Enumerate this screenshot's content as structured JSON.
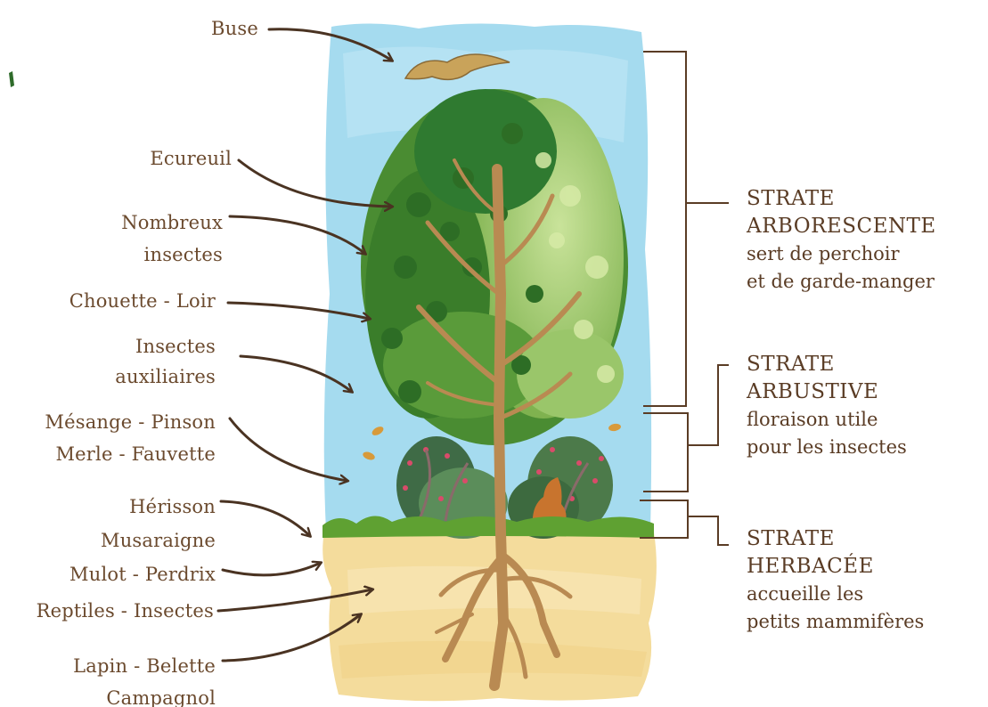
{
  "animal_labels": [
    {
      "id": "buse",
      "lines": [
        "Buse"
      ]
    },
    {
      "id": "ecureuil",
      "lines": [
        "Ecureuil"
      ]
    },
    {
      "id": "nombreux-insectes",
      "lines": [
        "Nombreux",
        "insectes"
      ]
    },
    {
      "id": "chouette-loir",
      "lines": [
        "Chouette - Loir"
      ]
    },
    {
      "id": "insectes-auxiliaires",
      "lines": [
        "Insectes",
        "auxiliaires"
      ]
    },
    {
      "id": "mesange-merle",
      "lines": [
        "Mésange - Pinson",
        "Merle - Fauvette"
      ]
    },
    {
      "id": "herisson",
      "lines": [
        "Hérisson",
        "Musaraigne",
        "Mulot - Perdrix"
      ]
    },
    {
      "id": "reptiles-insectes",
      "lines": [
        "Reptiles - Insectes"
      ]
    },
    {
      "id": "lapin-belette",
      "lines": [
        "Lapin - Belette",
        "Campagnol"
      ]
    }
  ],
  "strates": [
    {
      "id": "arborescente",
      "title": [
        "STRATE",
        "ARBORESCENTE"
      ],
      "desc": [
        "sert de perchoir",
        "et de garde-manger"
      ]
    },
    {
      "id": "arbustive",
      "title": [
        "STRATE",
        "ARBUSTIVE"
      ],
      "desc": [
        "floraison utile",
        "pour les insectes"
      ]
    },
    {
      "id": "herbacee",
      "title": [
        "STRATE",
        "HERBACÉE"
      ],
      "desc": [
        "accueille les",
        "petits mammifères"
      ]
    }
  ],
  "colors": {
    "label_text": "#6b4a2e",
    "bracket_line": "#5a3c25",
    "sky": "#9ed7ee",
    "foliage": "#3e8a2c",
    "grass": "#5fa132",
    "soil": "#f3dc9c",
    "trunk": "#b98a52"
  }
}
